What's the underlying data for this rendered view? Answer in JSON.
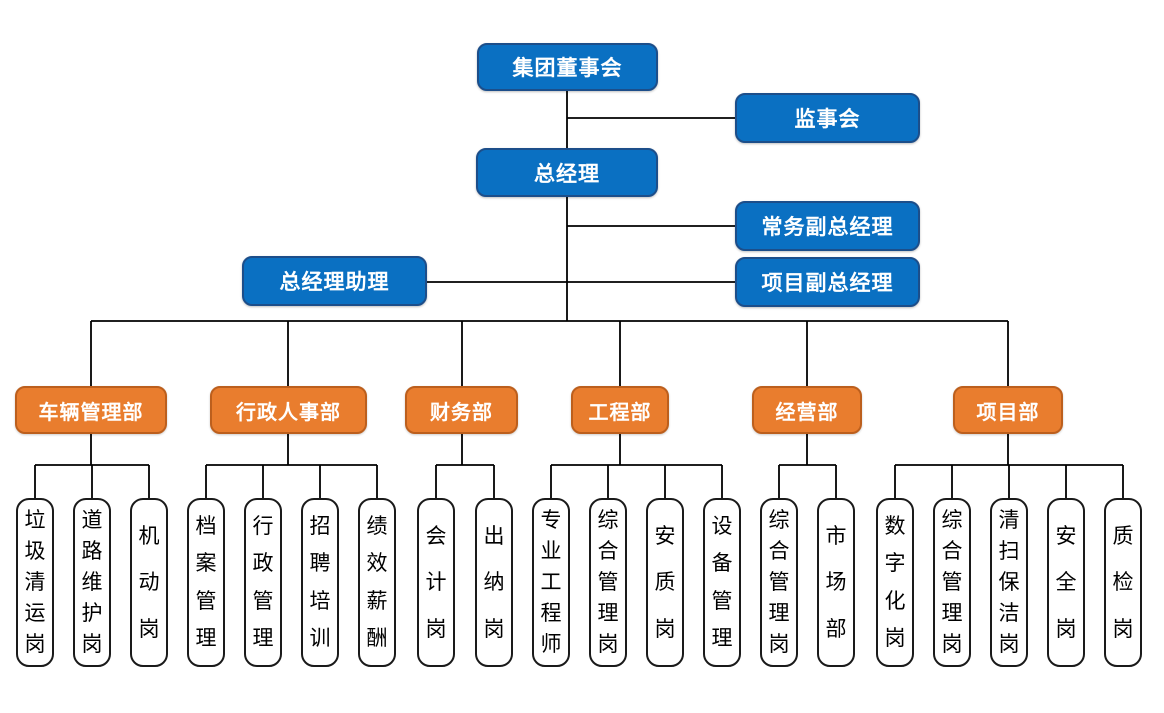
{
  "org_chart": {
    "executives": {
      "board": "集团董事会",
      "supervisory_board": "监事会",
      "general_manager": "总经理",
      "executive_deputy_gm": "常务副总经理",
      "gm_assistant": "总经理助理",
      "project_deputy_gm": "项目副总经理"
    },
    "departments": [
      {
        "label": "车辆管理部",
        "positions": [
          "垃圾清运岗",
          "道路维护岗",
          "机动岗"
        ]
      },
      {
        "label": "行政人事部",
        "positions": [
          "档案管理",
          "行政管理",
          "招聘培训",
          "绩效薪酬"
        ]
      },
      {
        "label": "财务部",
        "positions": [
          "会计岗",
          "出纳岗"
        ]
      },
      {
        "label": "工程部",
        "positions": [
          "专业工程师",
          "综合管理岗",
          "安质岗",
          "设备管理"
        ]
      },
      {
        "label": "经营部",
        "positions": [
          "综合管理岗",
          "市场部"
        ]
      },
      {
        "label": "项目部",
        "positions": [
          "数字化岗",
          "综合管理岗",
          "清扫保洁岗",
          "安全岗",
          "质检岗"
        ]
      }
    ],
    "colors": {
      "executive_fill": "#0a70c2",
      "executive_border": "#1c4e8a",
      "department_fill": "#e97d2e",
      "department_border": "#bc5f1d",
      "position_fill": "#ffffff",
      "position_border": "#1a1a1a",
      "connector": "#000000"
    }
  }
}
